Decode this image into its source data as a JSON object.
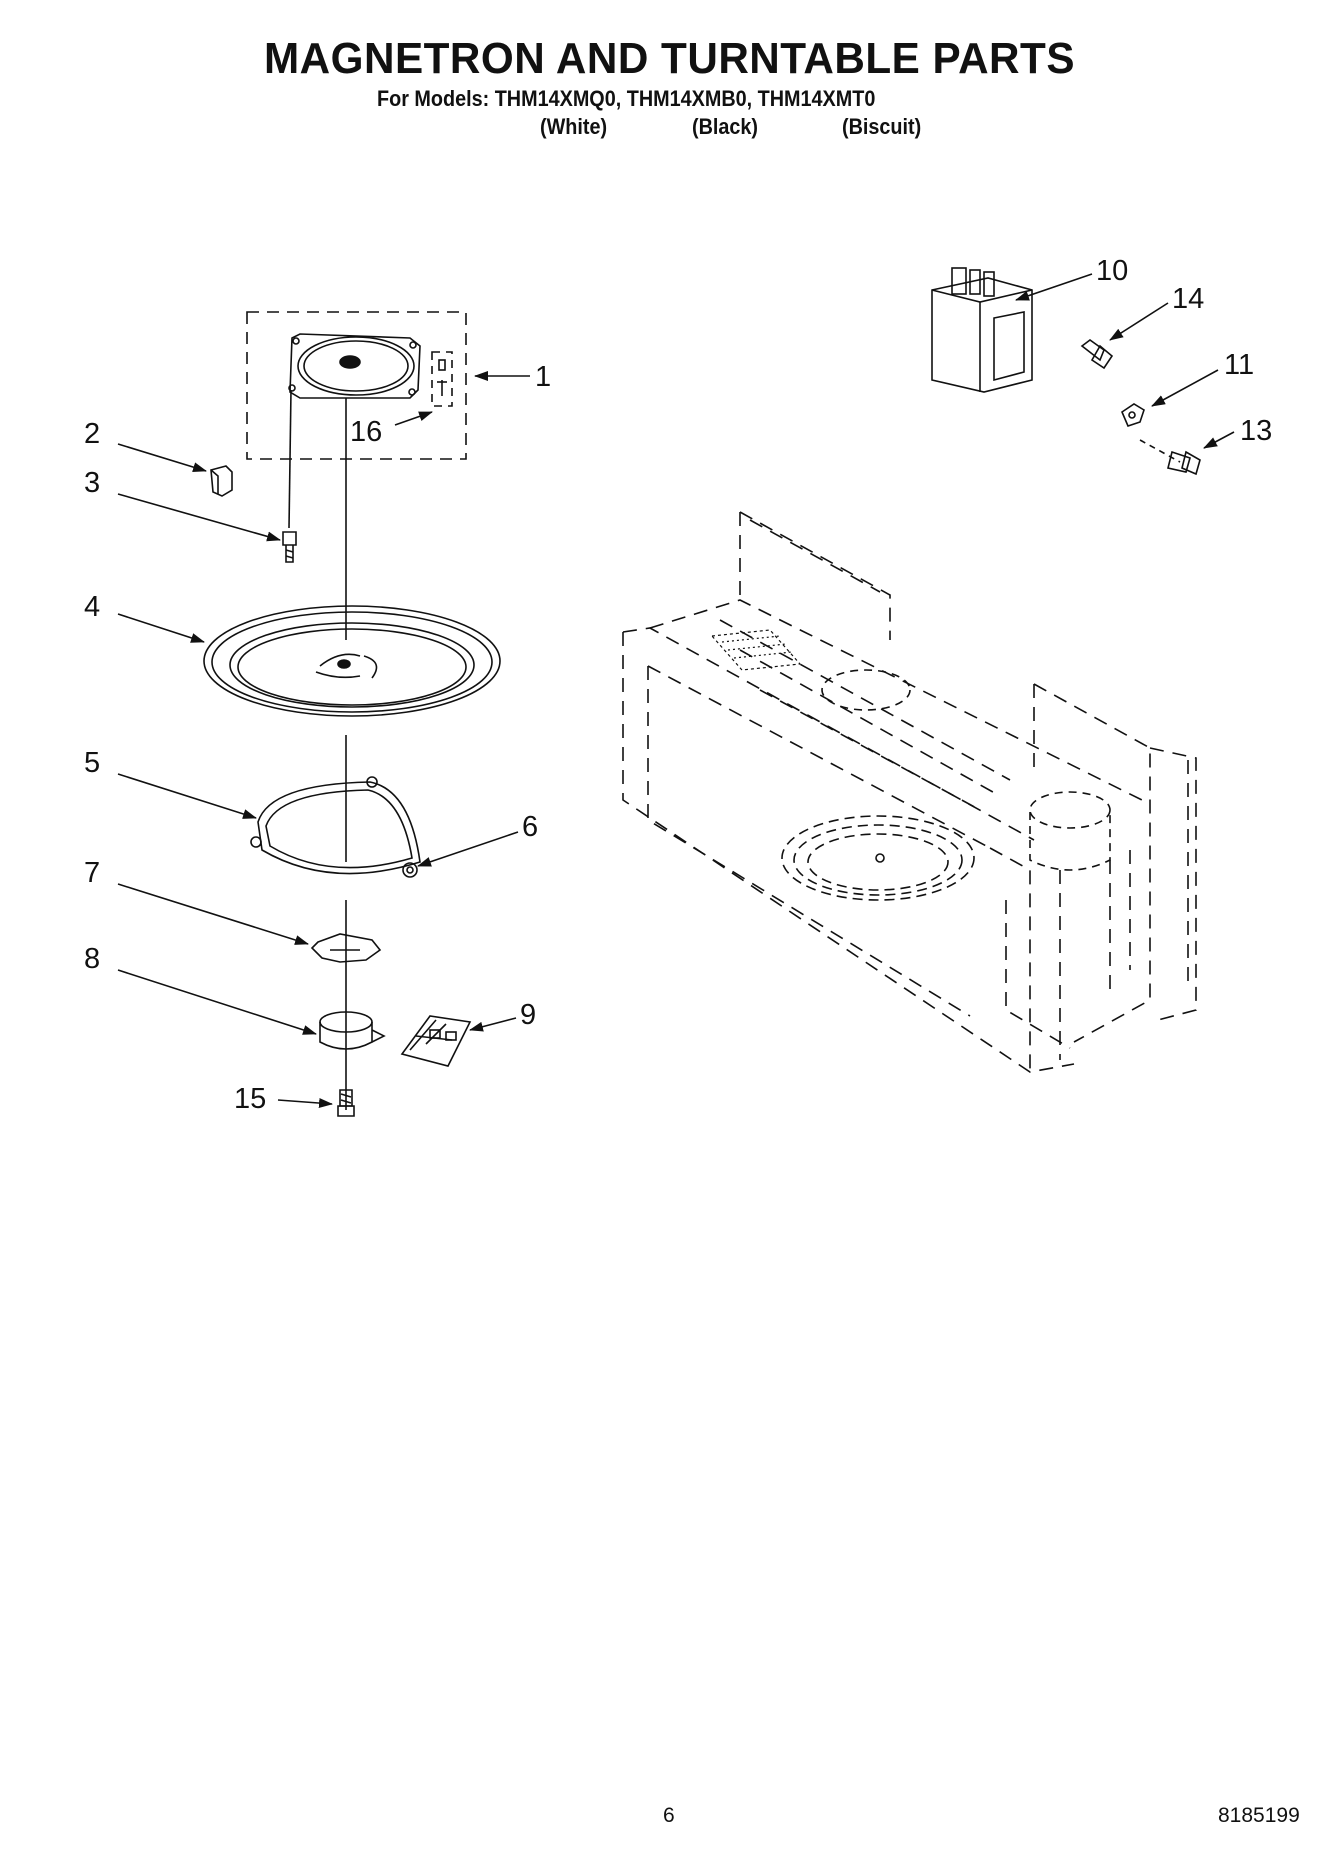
{
  "header": {
    "title": "MAGNETRON AND TURNTABLE PARTS",
    "models_line": "For Models: THM14XMQ0, THM14XMB0, THM14XMT0",
    "colors": [
      "(White)",
      "(Black)",
      "(Biscuit)"
    ]
  },
  "callouts": {
    "c1": "1",
    "c2": "2",
    "c3": "3",
    "c4": "4",
    "c5": "5",
    "c6": "6",
    "c7": "7",
    "c8": "8",
    "c9": "9",
    "c10": "10",
    "c11": "11",
    "c13": "13",
    "c14": "14",
    "c15": "15",
    "c16": "16"
  },
  "footer": {
    "page_number": "6",
    "part_number": "8185199"
  }
}
